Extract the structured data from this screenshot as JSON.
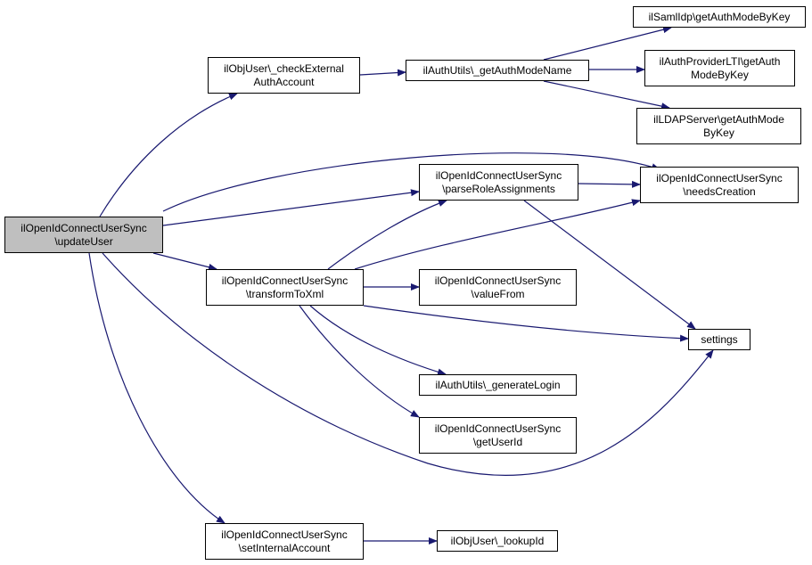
{
  "colors": {
    "edge": "#191970",
    "node_border": "#000000",
    "root_fill": "#bfbfbf",
    "node_fill": "#ffffff"
  },
  "nodes": {
    "updateUser": [
      "ilOpenIdConnectUserSync",
      "\\updateUser"
    ],
    "checkExternalAuthAccount": [
      "ilObjUser\\_checkExternal",
      "AuthAccount"
    ],
    "getAuthModeName": [
      "ilAuthUtils\\_getAuthModeName"
    ],
    "samlGetAuthModeByKey": [
      "ilSamlIdp\\getAuthModeByKey"
    ],
    "ltiGetAuthModeByKey": [
      "ilAuthProviderLTI\\getAuth",
      "ModeByKey"
    ],
    "ldapGetAuthModeByKey": [
      "ilLDAPServer\\getAuthMode",
      "ByKey"
    ],
    "parseRoleAssignments": [
      "ilOpenIdConnectUserSync",
      "\\parseRoleAssignments"
    ],
    "needsCreation": [
      "ilOpenIdConnectUserSync",
      "\\needsCreation"
    ],
    "transformToXml": [
      "ilOpenIdConnectUserSync",
      "\\transformToXml"
    ],
    "valueFrom": [
      "ilOpenIdConnectUserSync",
      "\\valueFrom"
    ],
    "settings": [
      "settings"
    ],
    "generateLogin": [
      "ilAuthUtils\\_generateLogin"
    ],
    "getUserId": [
      "ilOpenIdConnectUserSync",
      "\\getUserId"
    ],
    "setInternalAccount": [
      "ilOpenIdConnectUserSync",
      "\\setInternalAccount"
    ],
    "lookupId": [
      "ilObjUser\\_lookupId"
    ]
  }
}
